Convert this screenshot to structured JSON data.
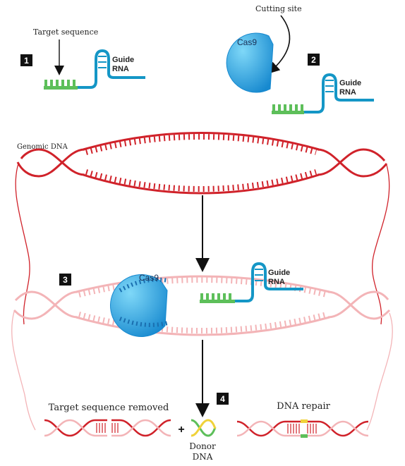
{
  "labels": {
    "target_sequence": "Target sequence",
    "guide_rna_line1": "Guide",
    "guide_rna_line2": "RNA",
    "cutting_site": "Cutting site",
    "cas9": "Cas9",
    "genomic_dna": "Genomic DNA",
    "target_removed": "Target sequence removed",
    "dna_repair": "DNA repair",
    "plus": "+",
    "donor_line1": "Donor",
    "donor_line2": "DNA"
  },
  "steps": [
    "1",
    "2",
    "3",
    "4"
  ],
  "colors": {
    "dna_red": "#d0222a",
    "dna_pale": "#f3b4b7",
    "guide_blue": "#1496c6",
    "target_green": "#5dbf5a",
    "cas9_light": "#5fcaf3",
    "cas9_dark": "#1789cf",
    "donor_yellow": "#f0d23a",
    "badge_black": "#111111"
  }
}
